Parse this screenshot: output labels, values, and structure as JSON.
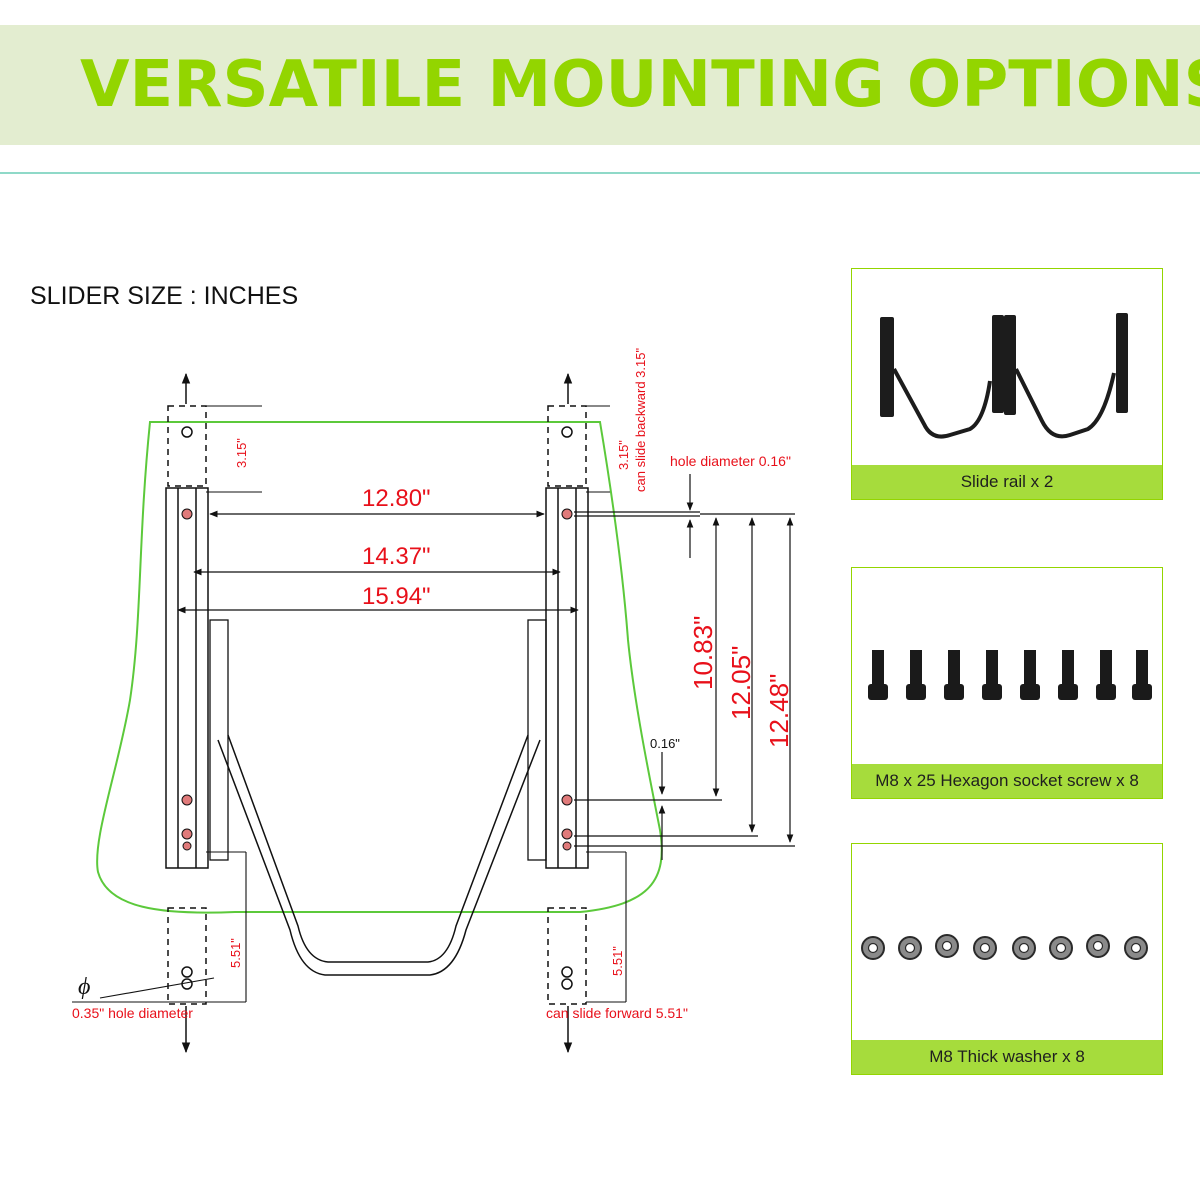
{
  "banner": {
    "title": "VERSATILE MOUNTING OPTIONS"
  },
  "diagram": {
    "heading": "SLIDER SIZE : INCHES",
    "dim_width_1": "12.80\"",
    "dim_width_2": "14.37\"",
    "dim_width_3": "15.94\"",
    "dim_h1": "10.83\"",
    "dim_h2": "12.05\"",
    "dim_h3": "12.48\"",
    "dim_top_left": "3.15\"",
    "dim_top_right": "3.15\"",
    "note_backward": "can slide backward 3.15\"",
    "note_hole_top": "hole diameter 0.16\"",
    "note_small": "0.16\"",
    "dim_bottom_left": "5.51\"",
    "dim_bottom_right": "5.51\"",
    "note_hole_bottom": "0.35\" hole diameter",
    "note_forward": "can slide forward 5.51\"",
    "phi_symbol": "ϕ"
  },
  "parts": [
    {
      "caption": "Slide rail x 2"
    },
    {
      "caption": "M8 x 25 Hexagon socket screw x 8"
    },
    {
      "caption": "M8 Thick washer x 8"
    }
  ],
  "colors": {
    "accent_green": "#93d500",
    "caption_bg": "#a6dc3c",
    "banner_bg": "#e3edd0",
    "dimension_red": "#e8101a"
  }
}
